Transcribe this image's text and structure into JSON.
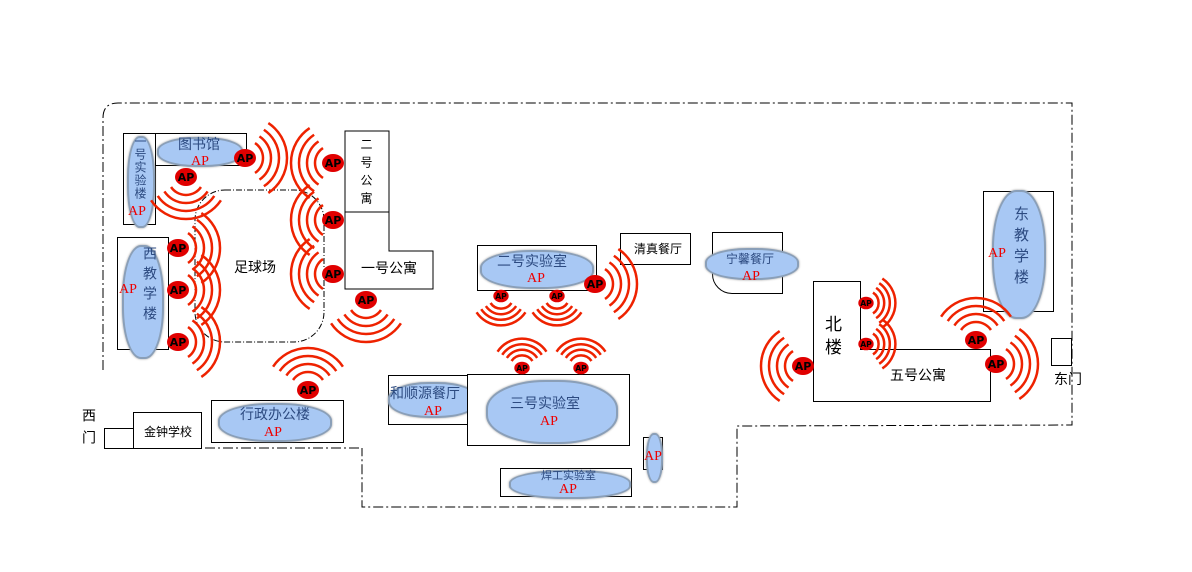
{
  "buildings": {
    "lab1": "一号实验楼",
    "library": "图书馆",
    "west_teaching": "西教学楼",
    "football": "足球场",
    "apt2": "二号公寓",
    "apt1": "一号公寓",
    "lab2": "二号实验室",
    "halal": "清真餐厅",
    "ningxin": "宁馨餐厅",
    "east_teaching": "东教学楼",
    "north": "北楼",
    "apt5": "五号公寓",
    "east_gate": "东门",
    "heshunyuan": "和顺源餐厅",
    "lab3": "三号实验室",
    "admin": "行政办公楼",
    "jinzhong": "金钟学校",
    "west_gate": "西门",
    "welding": "焊工实验室"
  },
  "ap_label": "AP",
  "colors": {
    "ap": "#e00000",
    "wave": "#ee2200",
    "cloud": "#a8c8f4"
  }
}
